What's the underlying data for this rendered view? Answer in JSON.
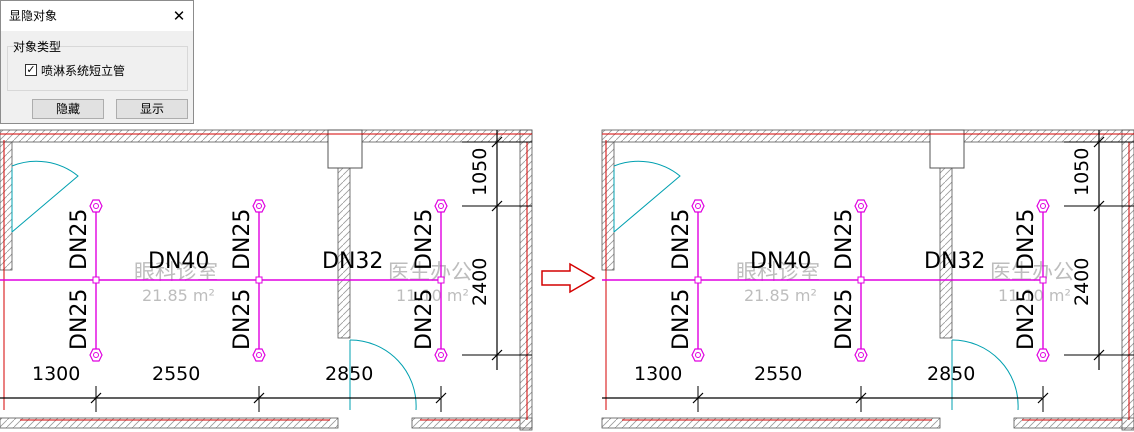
{
  "dialog": {
    "title": "显隐对象",
    "close_glyph": "✕",
    "group_label": "对象类型",
    "checkbox": {
      "label": "喷淋系统短立管",
      "checked": true,
      "mark": "✓"
    },
    "buttons": {
      "hide": "隐藏",
      "show": "显示"
    }
  },
  "drawing": {
    "pipe_labels": {
      "main_left": "DN40",
      "main_right": "DN32",
      "branch": "DN25"
    },
    "room_left": {
      "name": "眼科诊室",
      "area": "21.85 m²"
    },
    "room_right": {
      "name": "医生办公",
      "area": "11.10 m²"
    },
    "dims_horizontal": [
      "1300",
      "2550",
      "2850"
    ],
    "dims_vertical": [
      "1050",
      "2400"
    ]
  },
  "colors": {
    "pipe": "#e000e0",
    "wall_red": "#d40000",
    "line": "#000000",
    "door": "#00a0b0",
    "hatch": "#9a9a9a",
    "room_text": "#bdbdbd",
    "arrow": "#d40000"
  },
  "icons": {
    "transition_arrow": "right-arrow-icon"
  }
}
